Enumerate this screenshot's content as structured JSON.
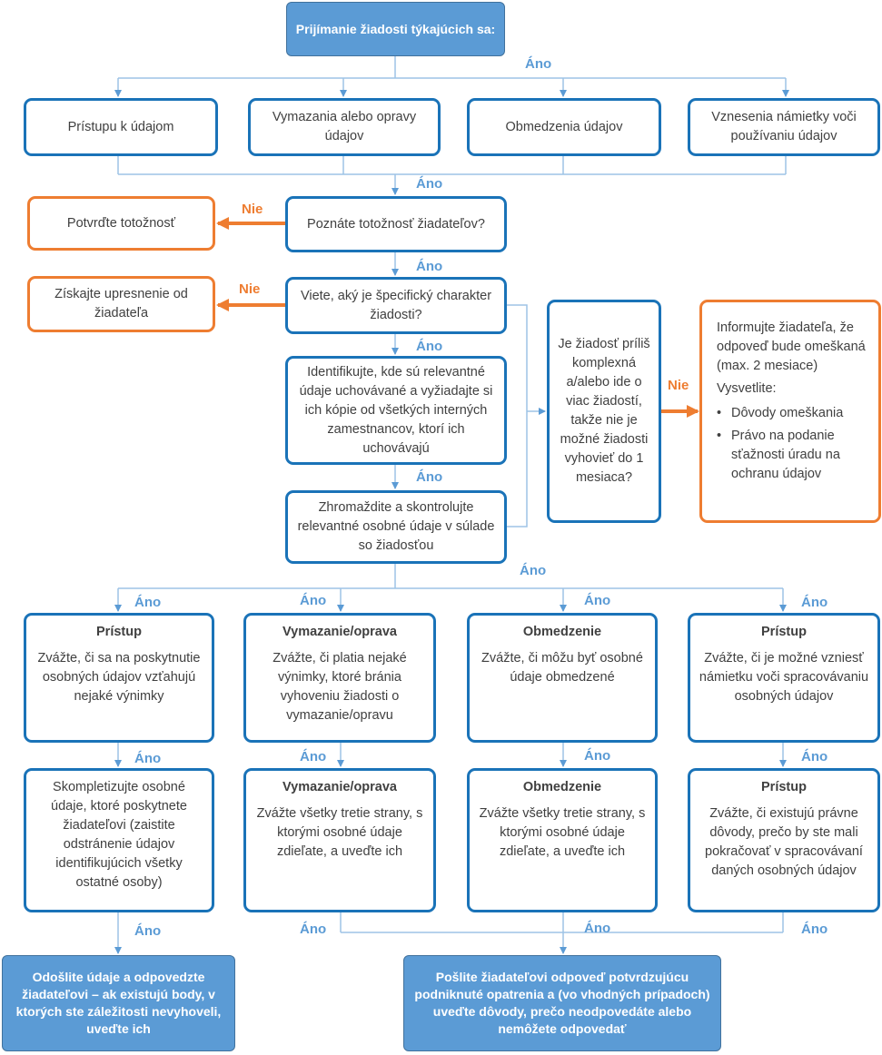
{
  "nodes": {
    "start": "Prijímanie žiadosti týkajúcich sa:",
    "req_access": "Prístupu  k údajom",
    "req_erase": "Vymazania alebo opravy údajov",
    "req_restrict": "Obmedzenia údajov",
    "req_object": "Vznesenia námietky voči používaniu údajov",
    "q_identity": "Poznáte totožnosť žiadateľov?",
    "confirm_identity": "Potvrďte totožnosť",
    "q_specific": "Viete, aký je špecifický charakter žiadosti?",
    "get_clarification": "Získajte upresnenie od žiadateľa",
    "identify": "Identifikujte, kde sú relevantné údaje uchovávané a vyžiadajte si ich kópie od všetkých interných zamestnancov, ktorí ich uchovávajú",
    "collect": "Zhromaždite a skontrolujte relevantné osobné údaje v súlade so žiadosťou",
    "q_complex": "Je žiadosť príliš komplexná a/alebo ide o viac žiadostí, takže nie je možné žiadosti vyhovieť do 1 mesiaca?",
    "inform": {
      "text": "Informujte žiadateľa, že odpoveď bude omeškaná (max. 2 mesiace)",
      "explain": "Vysvetlite:",
      "bullets": [
        "Dôvody omeškania",
        "Právo na podanie sťažnosti úradu na ochranu údajov"
      ]
    },
    "c1a": {
      "title": "Prístup",
      "body": "Zvážte, či sa na poskytnutie osobných údajov vzťahujú nejaké výnimky"
    },
    "c2a": {
      "title": "Vymazanie/oprava",
      "body": "Zvážte, či platia nejaké výnimky, ktoré bránia vyhoveniu žiadosti o vymazanie/opravu"
    },
    "c3a": {
      "title": "Obmedzenie",
      "body": "Zvážte, či môžu byť osobné údaje obmedzené"
    },
    "c4a": {
      "title": "Prístup",
      "body": "Zvážte, či je možné vzniesť námietku voči spracovávaniu osobných údajov"
    },
    "c1b": "Skompletizujte osobné údaje, ktoré poskytnete žiadateľovi (zaistite odstránenie údajov identifikujúcich všetky ostatné osoby)",
    "c2b": {
      "title": "Vymazanie/oprava",
      "body": "Zvážte všetky tretie strany, s ktorými osobné údaje zdieľate, a uveďte ich"
    },
    "c3b": {
      "title": "Obmedzenie",
      "body": "Zvážte všetky tretie strany, s ktorými osobné údaje zdieľate, a uveďte ich"
    },
    "c4b": {
      "title": "Prístup",
      "body": "Zvážte, či existujú právne dôvody, prečo by ste mali pokračovať v spracovávaní daných osobných údajov"
    },
    "end_left": "Odošlite údaje a odpovedzte žiadateľovi – ak existujú body, v ktorých ste záležitosti nevyhoveli, uveďte ich",
    "end_right": "Pošlite žiadateľovi odpoveď potvrdzujúcu podniknuté opatrenia a (vo vhodných prípadoch) uveďte dôvody, prečo neodpovedáte alebo nemôžete odpovedať"
  },
  "labels": {
    "yes": "Áno",
    "no": "Nie"
  },
  "colors": {
    "blue": "#1a73b8",
    "fill": "#5b9bd5",
    "orange": "#ee7d31",
    "text": "#404040"
  }
}
